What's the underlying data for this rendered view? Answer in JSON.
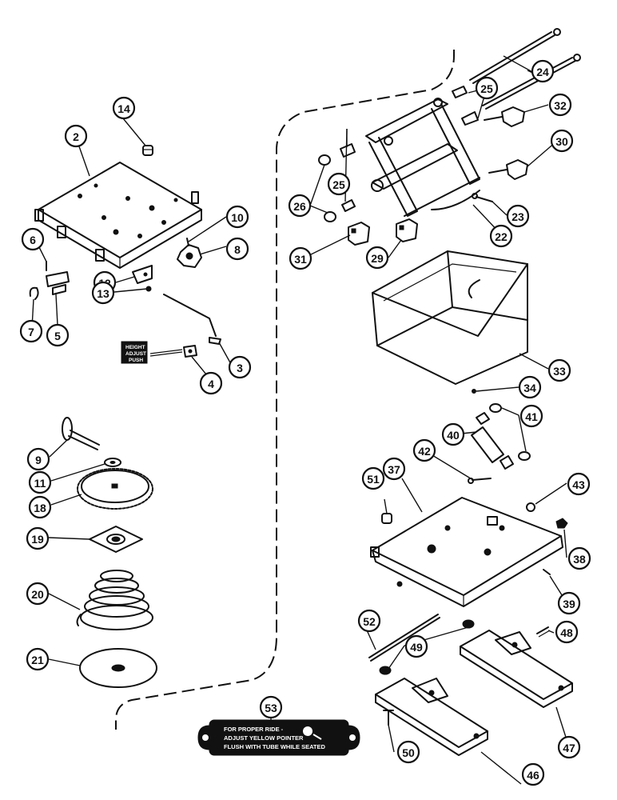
{
  "diagram": {
    "callouts": [
      {
        "id": "c2",
        "label": "2"
      },
      {
        "id": "c3",
        "label": "3"
      },
      {
        "id": "c4",
        "label": "4"
      },
      {
        "id": "c5",
        "label": "5"
      },
      {
        "id": "c6",
        "label": "6"
      },
      {
        "id": "c7",
        "label": "7"
      },
      {
        "id": "c8",
        "label": "8"
      },
      {
        "id": "c9",
        "label": "9"
      },
      {
        "id": "c10",
        "label": "10"
      },
      {
        "id": "c11",
        "label": "11"
      },
      {
        "id": "c12",
        "label": "12"
      },
      {
        "id": "c13",
        "label": "13"
      },
      {
        "id": "c14",
        "label": "14"
      },
      {
        "id": "c18",
        "label": "18"
      },
      {
        "id": "c19",
        "label": "19"
      },
      {
        "id": "c20",
        "label": "20"
      },
      {
        "id": "c21",
        "label": "21"
      },
      {
        "id": "c22",
        "label": "22"
      },
      {
        "id": "c23",
        "label": "23"
      },
      {
        "id": "c24",
        "label": "24"
      },
      {
        "id": "c25a",
        "label": "25"
      },
      {
        "id": "c25b",
        "label": "25"
      },
      {
        "id": "c26",
        "label": "26"
      },
      {
        "id": "c29",
        "label": "29"
      },
      {
        "id": "c30",
        "label": "30"
      },
      {
        "id": "c31",
        "label": "31"
      },
      {
        "id": "c32",
        "label": "32"
      },
      {
        "id": "c33",
        "label": "33"
      },
      {
        "id": "c34",
        "label": "34"
      },
      {
        "id": "c37",
        "label": "37"
      },
      {
        "id": "c38",
        "label": "38"
      },
      {
        "id": "c39",
        "label": "39"
      },
      {
        "id": "c40",
        "label": "40"
      },
      {
        "id": "c41",
        "label": "41"
      },
      {
        "id": "c42",
        "label": "42"
      },
      {
        "id": "c43",
        "label": "43"
      },
      {
        "id": "c46",
        "label": "46"
      },
      {
        "id": "c47",
        "label": "47"
      },
      {
        "id": "c48",
        "label": "48"
      },
      {
        "id": "c49",
        "label": "49"
      },
      {
        "id": "c50",
        "label": "50"
      },
      {
        "id": "c51",
        "label": "51"
      },
      {
        "id": "c52",
        "label": "52"
      },
      {
        "id": "c53",
        "label": "53"
      }
    ],
    "decal_height_adjust": [
      "HEIGHT",
      "ADJUST",
      "PUSH"
    ],
    "decal_53": [
      "FOR PROPER RIDE -",
      "ADJUST YELLOW POINTER",
      "FLUSH WITH TUBE WHILE SEATED"
    ]
  }
}
